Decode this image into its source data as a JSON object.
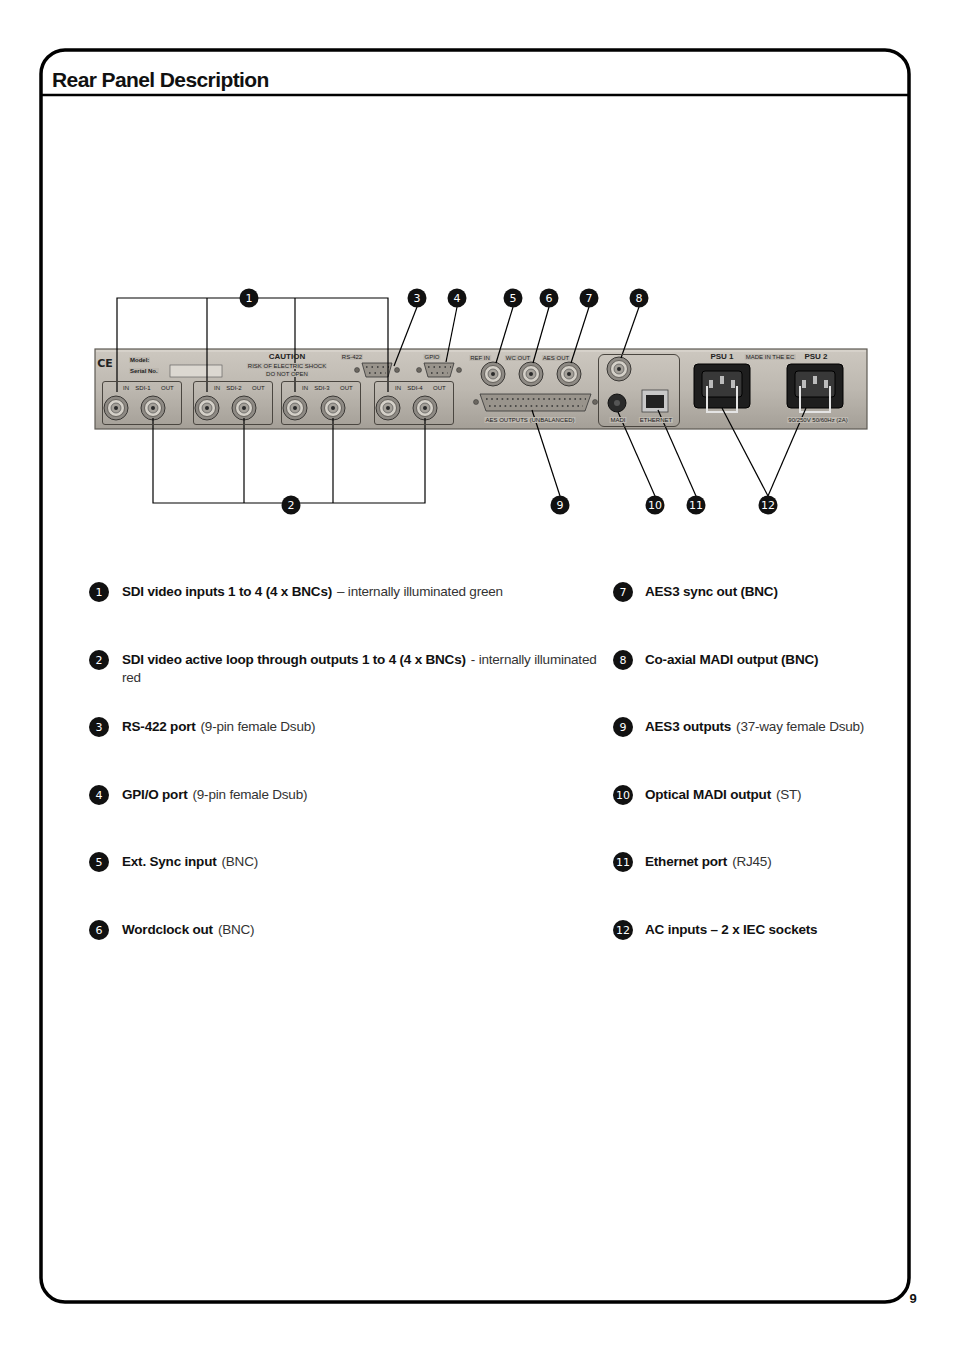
{
  "diagram": {
    "title": "Rear Panel Description",
    "nodes": [
      {
        "text": [
          "IN",
          "SDI-1",
          "OUT"
        ]
      },
      {
        "text": [
          "IN",
          "SDI-2",
          "OUT"
        ]
      },
      {
        "text": [
          "IN",
          "SDI-3",
          "OUT"
        ]
      },
      {
        "text": [
          "IN",
          "SDI-4",
          "OUT"
        ]
      },
      {
        "text": [
          "MADI",
          "ETHERNET"
        ]
      }
    ],
    "labels": [
      "1",
      "3",
      "4",
      "5",
      "6",
      "7",
      "8",
      "2",
      "9",
      "10",
      "11",
      "12",
      "CE",
      "Model:",
      "Serial No.",
      "CAUTION",
      "RISK OF ELECTRIC SHOCK",
      "DO NOT OPEN",
      "RS-422",
      "GPIO",
      "REF IN",
      "WC OUT",
      "AES OUT",
      "AES OUTPUTS (UNBALANCED)",
      "PSU 1",
      "MADE IN THE EC",
      "PSU 2",
      "90/250V 50/60Hz (2A)",
      "1",
      "SDI video inputs 1 to 4 (4 x BNCs)",
      "– internally illuminated green",
      "2",
      "SDI video active loop through outputs 1 to 4 (4 x BNCs)",
      "- internally illuminated red",
      "3",
      "RS-422 port",
      "(9-pin female Dsub)",
      "4",
      "GPI/O port",
      "(9-pin female Dsub)",
      "5",
      "Ext. Sync input",
      "(BNC)",
      "6",
      "Wordclock out",
      "(BNC)",
      "7",
      "AES3 sync out (BNC)",
      "8",
      "Co-axial MADI output (BNC)",
      "9",
      "AES3 outputs",
      "(37-way female Dsub)",
      "10",
      "Optical MADI output",
      "(ST)",
      "11",
      "Ethernet port",
      "(RJ45)",
      "12",
      "AC inputs – 2 x IEC sockets",
      "9"
    ]
  }
}
